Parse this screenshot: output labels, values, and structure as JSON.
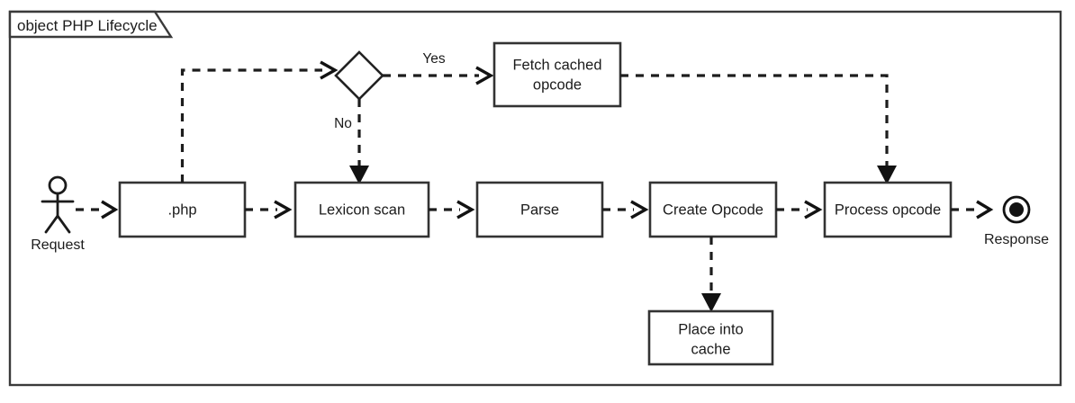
{
  "frame": {
    "title": "object PHP Lifecycle",
    "border_color": "#3a3a3a"
  },
  "colors": {
    "stroke": "#333333",
    "text": "#1b1b1b",
    "background": "#ffffff",
    "flow": "#1d1d1d"
  },
  "nodes": {
    "actor": {
      "label": "Request"
    },
    "php": {
      "label": ".php"
    },
    "decision": {
      "label": ""
    },
    "fetch_cached": {
      "line1": "Fetch cached",
      "line2": "opcode"
    },
    "lexicon_scan": {
      "label": "Lexicon scan"
    },
    "parse": {
      "label": "Parse"
    },
    "create_opcode": {
      "label": "Create Opcode"
    },
    "process_opcode": {
      "label": "Process opcode"
    },
    "place_into_cache": {
      "line1": "Place into",
      "line2": "cache"
    },
    "end": {
      "label": "Response"
    }
  },
  "edge_labels": {
    "yes": "Yes",
    "no": "No"
  },
  "chart_data": {
    "type": "diagram",
    "title": "object PHP Lifecycle",
    "notation": "UML object/activity frame",
    "nodes": [
      {
        "id": "actor",
        "kind": "actor",
        "label": "Request"
      },
      {
        "id": "php",
        "kind": "process",
        "label": ".php"
      },
      {
        "id": "decision",
        "kind": "decision",
        "label": ""
      },
      {
        "id": "fetch_cached",
        "kind": "process",
        "label": "Fetch cached opcode"
      },
      {
        "id": "lexicon_scan",
        "kind": "process",
        "label": "Lexicon scan"
      },
      {
        "id": "parse",
        "kind": "process",
        "label": "Parse"
      },
      {
        "id": "create_opcode",
        "kind": "process",
        "label": "Create Opcode"
      },
      {
        "id": "process_opcode",
        "kind": "process",
        "label": "Process opcode"
      },
      {
        "id": "place_into_cache",
        "kind": "process",
        "label": "Place into cache"
      },
      {
        "id": "end",
        "kind": "final-node",
        "label": "Response"
      }
    ],
    "edges": [
      {
        "from": "actor",
        "to": "php",
        "label": "",
        "style": "dashed"
      },
      {
        "from": "php",
        "to": "decision",
        "label": "",
        "style": "dashed"
      },
      {
        "from": "decision",
        "to": "fetch_cached",
        "label": "Yes",
        "style": "dashed"
      },
      {
        "from": "decision",
        "to": "lexicon_scan",
        "label": "No",
        "style": "dashed"
      },
      {
        "from": "php",
        "to": "lexicon_scan",
        "label": "",
        "style": "dashed"
      },
      {
        "from": "lexicon_scan",
        "to": "parse",
        "label": "",
        "style": "dashed"
      },
      {
        "from": "parse",
        "to": "create_opcode",
        "label": "",
        "style": "dashed"
      },
      {
        "from": "create_opcode",
        "to": "process_opcode",
        "label": "",
        "style": "dashed"
      },
      {
        "from": "create_opcode",
        "to": "place_into_cache",
        "label": "",
        "style": "dashed"
      },
      {
        "from": "fetch_cached",
        "to": "process_opcode",
        "label": "",
        "style": "dashed"
      },
      {
        "from": "process_opcode",
        "to": "end",
        "label": "",
        "style": "dashed"
      }
    ]
  }
}
